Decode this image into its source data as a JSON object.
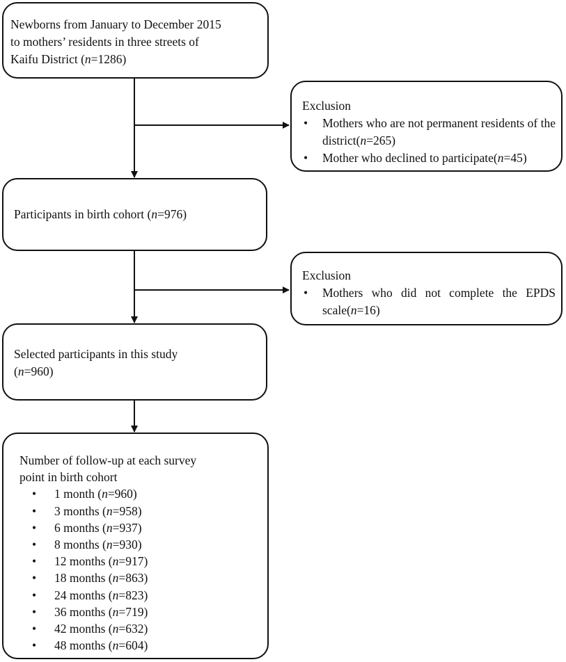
{
  "boxes": {
    "newborns": {
      "lines": [
        "Newborns from January to December 2015",
        "to mothers’ residents in three streets of",
        "Kaifu District ("
      ],
      "n_italic": "n",
      "n_value": "=1286)"
    },
    "participants": {
      "text_before": "Participants in birth cohort (",
      "n_italic": "n",
      "n_value": "=976)"
    },
    "selected": {
      "line1": "Selected participants in this study",
      "line2_before": "(",
      "n_italic": "n",
      "n_value": "=960)"
    },
    "exclusion_1": {
      "title": "Exclusion",
      "items": [
        {
          "before": "Mothers who are not permanent residents of the district(",
          "n": "n",
          "after": "=265)"
        },
        {
          "before": "Mother who declined to participate(",
          "n": "n",
          "after": "=45)"
        }
      ]
    },
    "exclusion_2": {
      "title": "Exclusion",
      "items": [
        {
          "before": "Mothers who did not complete the EPDS scale(",
          "n": "n",
          "after": "=16)"
        }
      ]
    },
    "followup": {
      "title_line1": "Number of follow-up at each survey",
      "title_line2": "point in birth cohort",
      "items": [
        {
          "label": "1 month (",
          "n": "n",
          "value": "=960)"
        },
        {
          "label": "3 months (",
          "n": "n",
          "value": "=958)"
        },
        {
          "label": "6 months (",
          "n": "n",
          "value": "=937)"
        },
        {
          "label": "8 months (",
          "n": "n",
          "value": "=930)"
        },
        {
          "label": "12 months (",
          "n": "n",
          "value": "=917)"
        },
        {
          "label": "18 months (",
          "n": "n",
          "value": "=863)"
        },
        {
          "label": "24 months (",
          "n": "n",
          "value": "=823)"
        },
        {
          "label": "36 months (",
          "n": "n",
          "value": "=719)"
        },
        {
          "label": "42 months (",
          "n": "n",
          "value": "=632)"
        },
        {
          "label": "48 months (",
          "n": "n",
          "value": "=604)"
        }
      ]
    }
  },
  "colors": {
    "line": "#111111",
    "background": "#ffffff"
  }
}
